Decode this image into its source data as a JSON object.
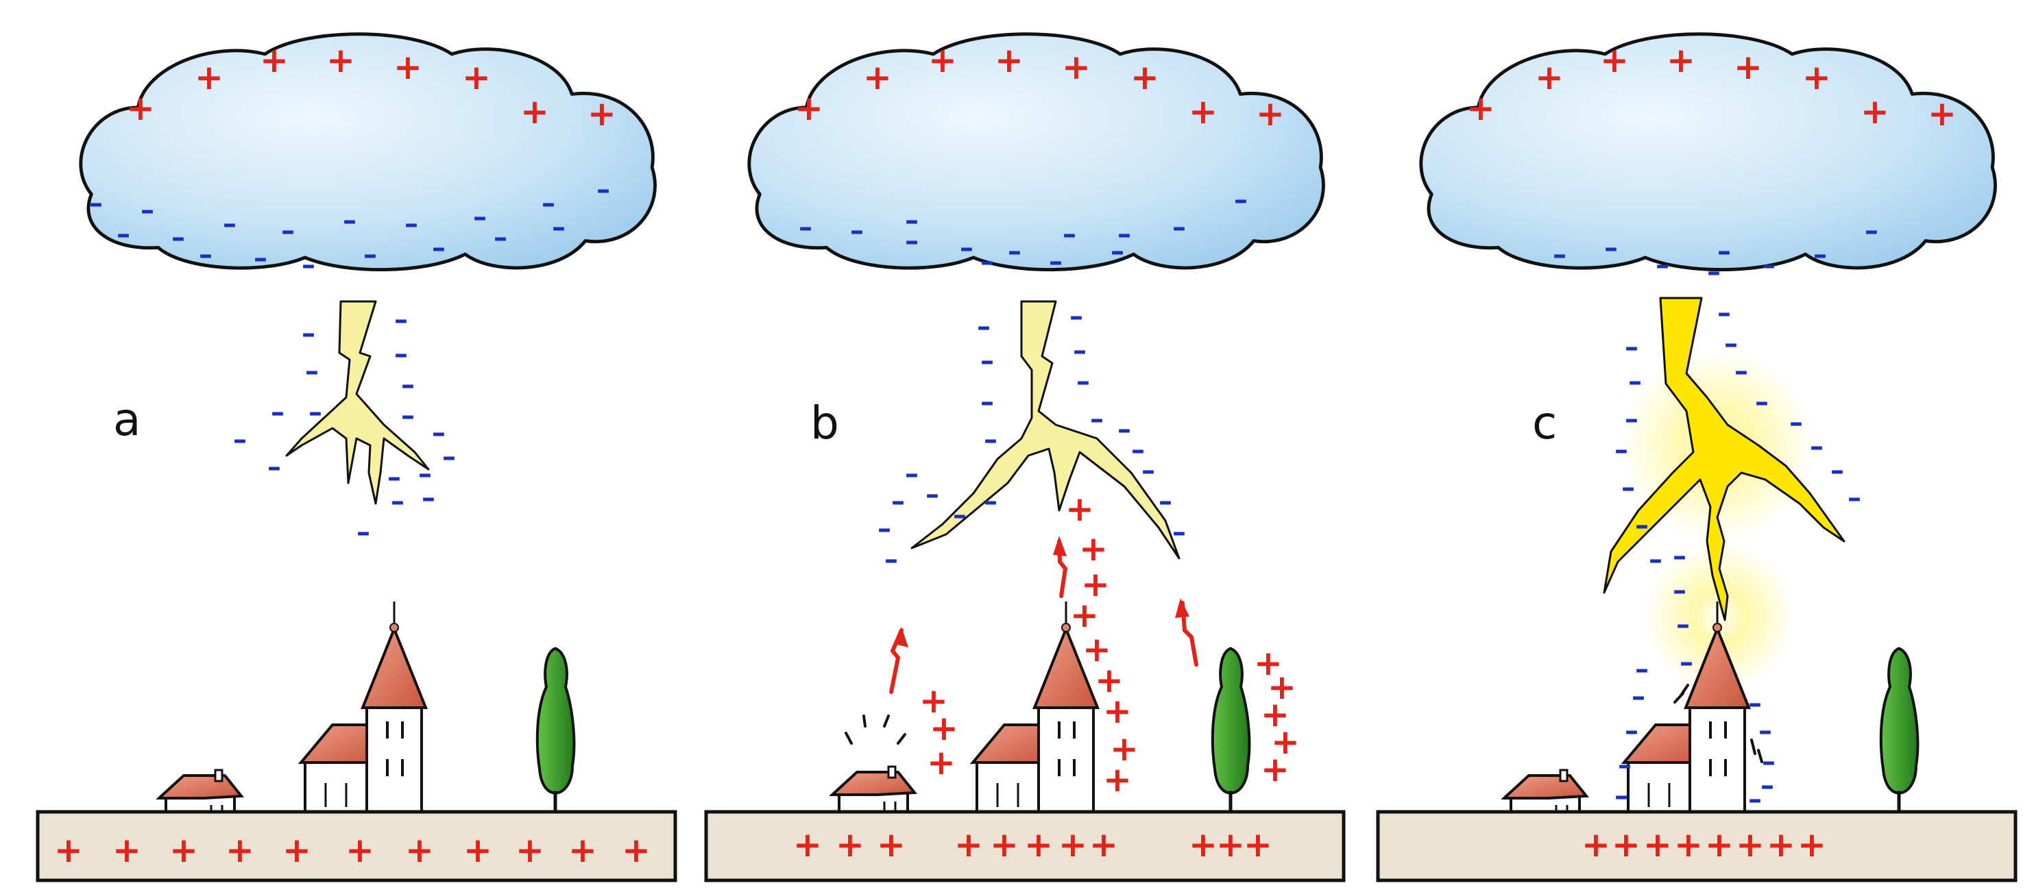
{
  "panels": [
    {
      "label": "a"
    },
    {
      "label": "b"
    },
    {
      "label": "c"
    }
  ],
  "colors": {
    "cloud_fill_light": "#e8f4fc",
    "cloud_fill_dark": "#a9d3ef",
    "outline": "#111111",
    "positive_charge": "#e2231a",
    "negative_charge": "#1a2fbf",
    "ground": "#ece2d4",
    "lightning_pale": "#f7f0a0",
    "lightning_bright": "#ffe600",
    "tree": "#3a9a2a",
    "roof": "#e0826a",
    "glow": "#fff8a0"
  },
  "icons": [
    "storm-cloud-icon",
    "lightning-bolt-icon",
    "church-icon",
    "house-icon",
    "cypress-tree-icon",
    "streamer-arrow-icon"
  ]
}
